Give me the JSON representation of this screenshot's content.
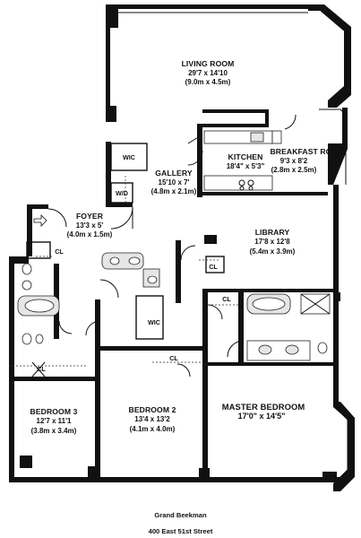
{
  "rooms": {
    "living_room": {
      "name": "LIVING ROOM",
      "dim_imperial": "29'7 x 14'10",
      "dim_metric": "(9.0m x 4.5m)"
    },
    "breakfast_room": {
      "name": "BREAKFAST ROOM",
      "dim_imperial": "9'3 x 8'2",
      "dim_metric": "(2.8m x 2.5m)"
    },
    "kitchen": {
      "name": "KITCHEN",
      "dim_imperial": "18'4\" x 5'3\""
    },
    "gallery": {
      "name": "GALLERY",
      "dim_imperial": "15'10 x 7'",
      "dim_metric": "(4.8m x 2.1m)"
    },
    "foyer": {
      "name": "FOYER",
      "dim_imperial": "13'3 x 5'",
      "dim_metric": "(4.0m x 1.5m)"
    },
    "library": {
      "name": "LIBRARY",
      "dim_imperial": "17'8 x 12'8",
      "dim_metric": "(5.4m x 3.9m)"
    },
    "bedroom3": {
      "name": "BEDROOM 3",
      "dim_imperial": "12'7 x 11'1",
      "dim_metric": "(3.8m x 3.4m)"
    },
    "bedroom2": {
      "name": "BEDROOM 2",
      "dim_imperial": "13'4 x 13'2",
      "dim_metric": "(4.1m x 4.0m)"
    },
    "master_bedroom": {
      "name": "MASTER BEDROOM",
      "dim_imperial": "17'0\" x 14'5\""
    }
  },
  "small_labels": {
    "wic_gallery": "WIC",
    "wd": "W/D",
    "cl_foyer": "CL",
    "cl_library": "CL",
    "cl_lib_lower": "CL",
    "wic_bed2": "WIC",
    "cl_bed2": "CL",
    "cl_bed3": "CL"
  },
  "caption": {
    "building": "Grand Beekman",
    "address": "400 East 51st Street"
  }
}
